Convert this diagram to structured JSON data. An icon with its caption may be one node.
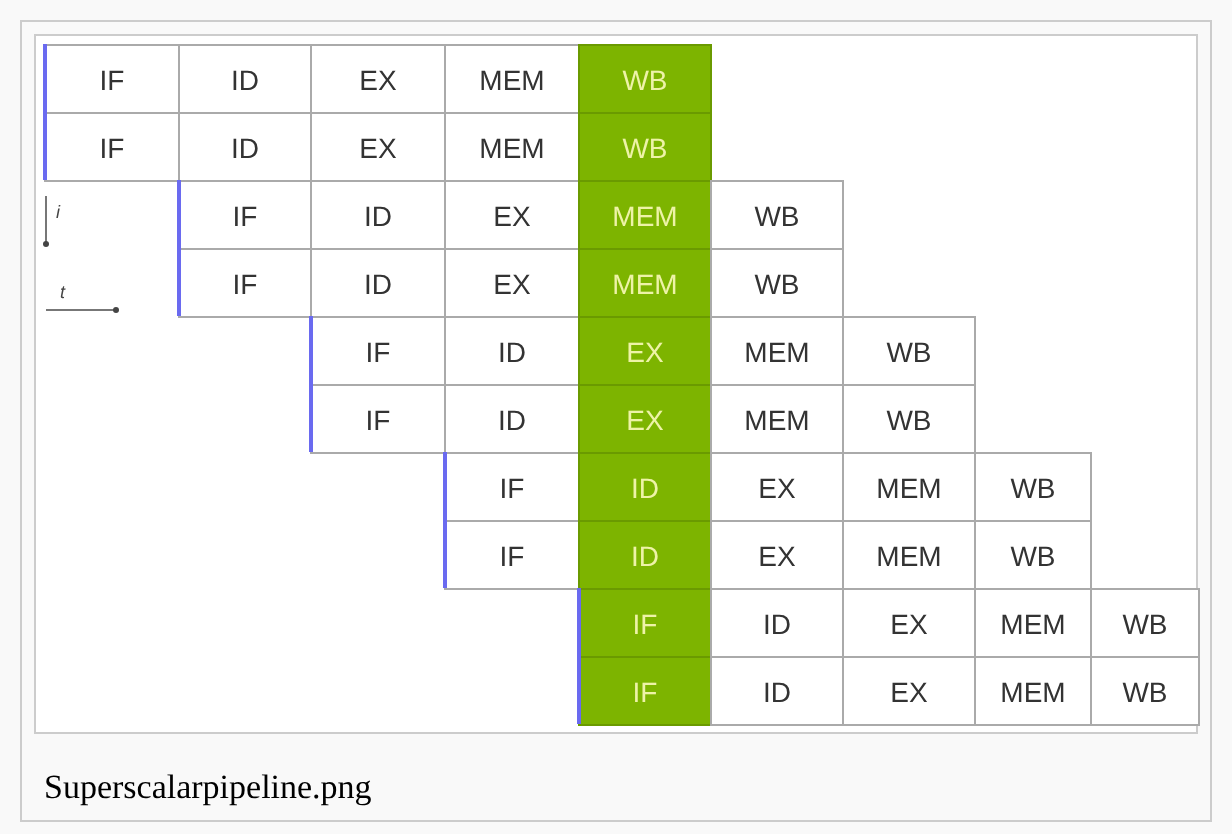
{
  "diagram": {
    "caption": "Superscalarpipeline.png",
    "labels": [
      "IF",
      "ID",
      "EX",
      "MEM",
      "WB",
      "IF",
      "ID",
      "EX",
      "MEM",
      "WB",
      "IF",
      "ID",
      "EX",
      "MEM",
      "WB",
      "IF",
      "ID",
      "EX",
      "MEM",
      "WB",
      "IF",
      "ID",
      "EX",
      "MEM",
      "WB",
      "IF",
      "ID",
      "EX",
      "MEM",
      "WB",
      "IF",
      "ID",
      "EX",
      "MEM",
      "WB",
      "IF",
      "ID",
      "EX",
      "MEM",
      "WB",
      "IF",
      "ID",
      "EX",
      "MEM",
      "WB",
      "IF",
      "ID",
      "EX",
      "MEM",
      "WB",
      "i",
      "t"
    ]
  }
}
